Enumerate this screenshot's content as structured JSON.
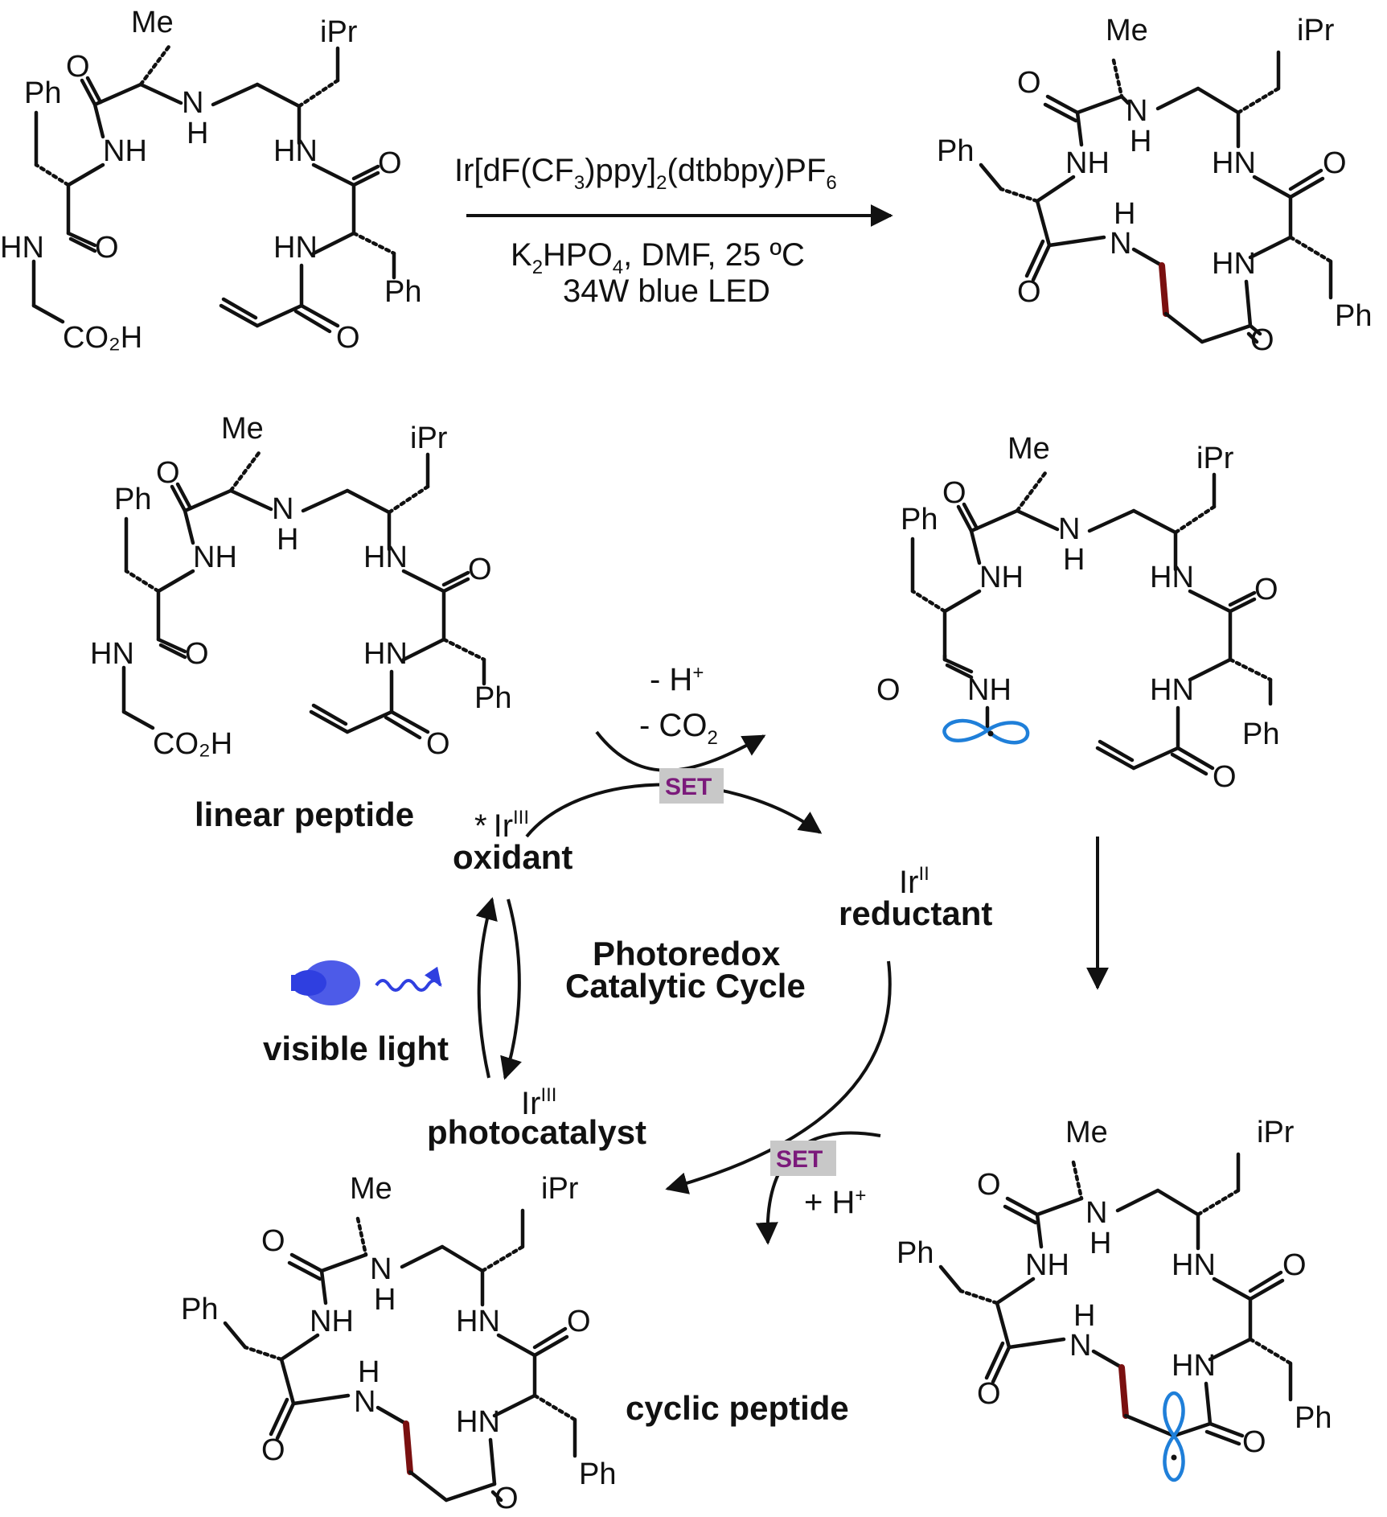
{
  "atoms": {
    "me": "Me",
    "ipr": "iPr",
    "ph": "Ph",
    "o": "O",
    "nh": "NH",
    "hn": "HN",
    "n": "N",
    "h": "H",
    "co2h": "CO₂H"
  },
  "conditions": {
    "catalyst_pre": "Ir[dF(CF",
    "catalyst_sub3": "3",
    "catalyst_mid": ")ppy]",
    "catalyst_sub2": "2",
    "catalyst_post": "(dtbbpy)PF",
    "catalyst_sub6": "6",
    "base_pre": "K",
    "base_sub2": "2",
    "base_mid": "HPO",
    "base_sub4": "4",
    "base_post": ", DMF, 25 ºC",
    "light": "34W blue LED"
  },
  "cycle": {
    "title_line1": "Photoredox",
    "title_line2": "Catalytic Cycle",
    "linear_peptide": "linear peptide",
    "cyclic_peptide": "cyclic peptide",
    "oxidant_sym": "*",
    "ir": "Ir",
    "ir_iii": "III",
    "ir_ii": "II",
    "oxidant": "oxidant",
    "reductant": "reductant",
    "photocatalyst": "photocatalyst",
    "visible_light": "visible light",
    "set": "SET",
    "minus_h": "- H",
    "plus_sign": "+",
    "minus_co2": "- CO",
    "co2_sub": "2",
    "plus_h": "+ H"
  },
  "colors": {
    "new_bond": "#7a1010",
    "radical_orbital": "#1f7fd9",
    "set_text": "#7b1a7b",
    "set_box": "#c8c8c8",
    "light_blue": "#2f3fe0"
  }
}
